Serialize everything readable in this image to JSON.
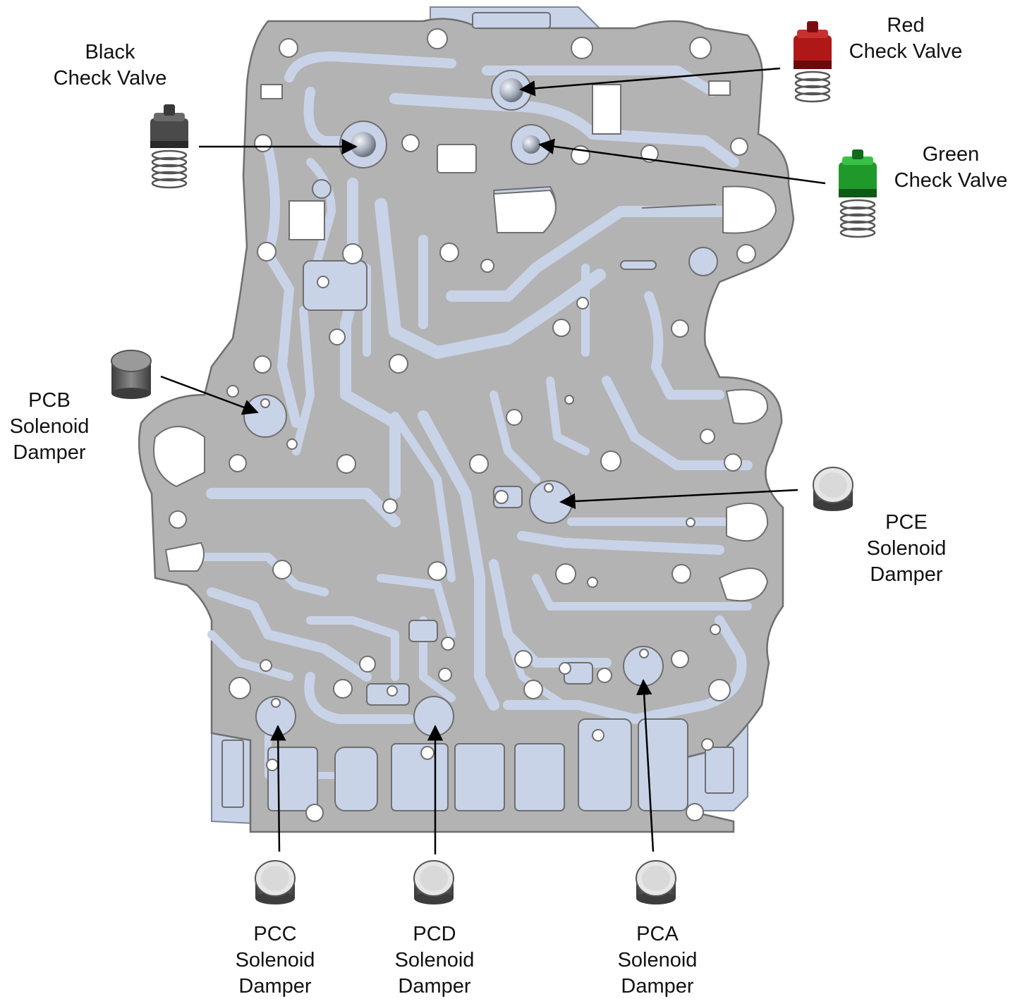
{
  "labels": {
    "black_valve": [
      "Black",
      "Check Valve"
    ],
    "red_valve": [
      "Red",
      "Check Valve"
    ],
    "green_valve": [
      "Green",
      "Check Valve"
    ],
    "pcb": [
      "PCB",
      "Solenoid",
      "Damper"
    ],
    "pce": [
      "PCE",
      "Solenoid",
      "Damper"
    ],
    "pcc": [
      "PCC",
      "Solenoid",
      "Damper"
    ],
    "pcd": [
      "PCD",
      "Solenoid",
      "Damper"
    ],
    "pca": [
      "PCA",
      "Solenoid",
      "Damper"
    ]
  },
  "colors": {
    "plate_gray": "#b3b3b3",
    "plate_edge": "#6f6f6f",
    "channel_blue": "#c9d3e8",
    "black_valve": "#4a4a4a",
    "red_valve": "#b01818",
    "green_valve": "#1f9a2a",
    "damper_silver": "#d9d9d9",
    "damper_dark": "#555555"
  }
}
